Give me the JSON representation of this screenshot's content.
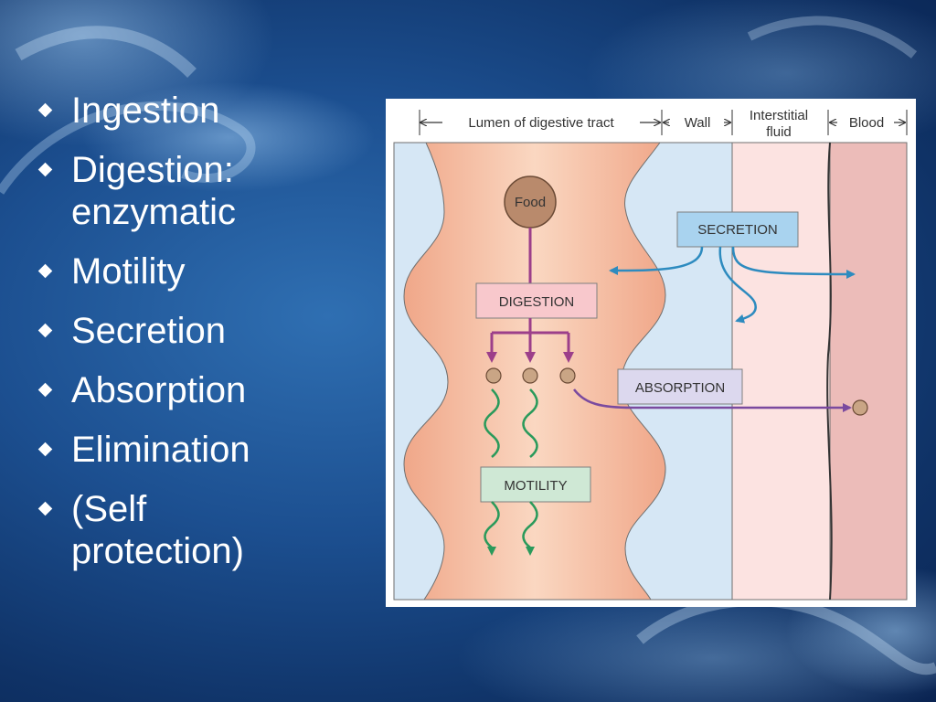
{
  "slide": {
    "bullets": [
      {
        "lines": [
          "Ingestion"
        ]
      },
      {
        "lines": [
          "Digestion:",
          "enzymatic"
        ]
      },
      {
        "lines": [
          "Motility"
        ]
      },
      {
        "lines": [
          "Secretion"
        ]
      },
      {
        "lines": [
          "Absorption"
        ]
      },
      {
        "lines": [
          "Elimination"
        ]
      },
      {
        "lines": [
          "(Self",
          "protection)"
        ]
      }
    ]
  },
  "diagram": {
    "regions": {
      "lumen": "Lumen of digestive tract",
      "wall": "Wall",
      "interstitial_line1": "Interstitial",
      "interstitial_line2": "fluid",
      "blood": "Blood"
    },
    "labels": {
      "food": "Food",
      "secretion": "SECRETION",
      "digestion": "DIGESTION",
      "absorption": "ABSORPTION",
      "motility": "MOTILITY"
    },
    "colors": {
      "lumen_zone": "#d6e7f5",
      "tract": "#f0a789",
      "tract_center": "#fad7c1",
      "interstitial": "#fce3e1",
      "blood": "#ecbcb9",
      "secretion_box": "#a9d3ef",
      "digestion_box": "#f8c8cc",
      "absorption_box": "#dcd8ee",
      "motility_box": "#cfe8d5",
      "secretion_arrow": "#2d8bbf",
      "digestion_arrow": "#9c3f8a",
      "absorption_arrow": "#7a4a9f",
      "motility_arrow": "#2a9a5b"
    }
  }
}
